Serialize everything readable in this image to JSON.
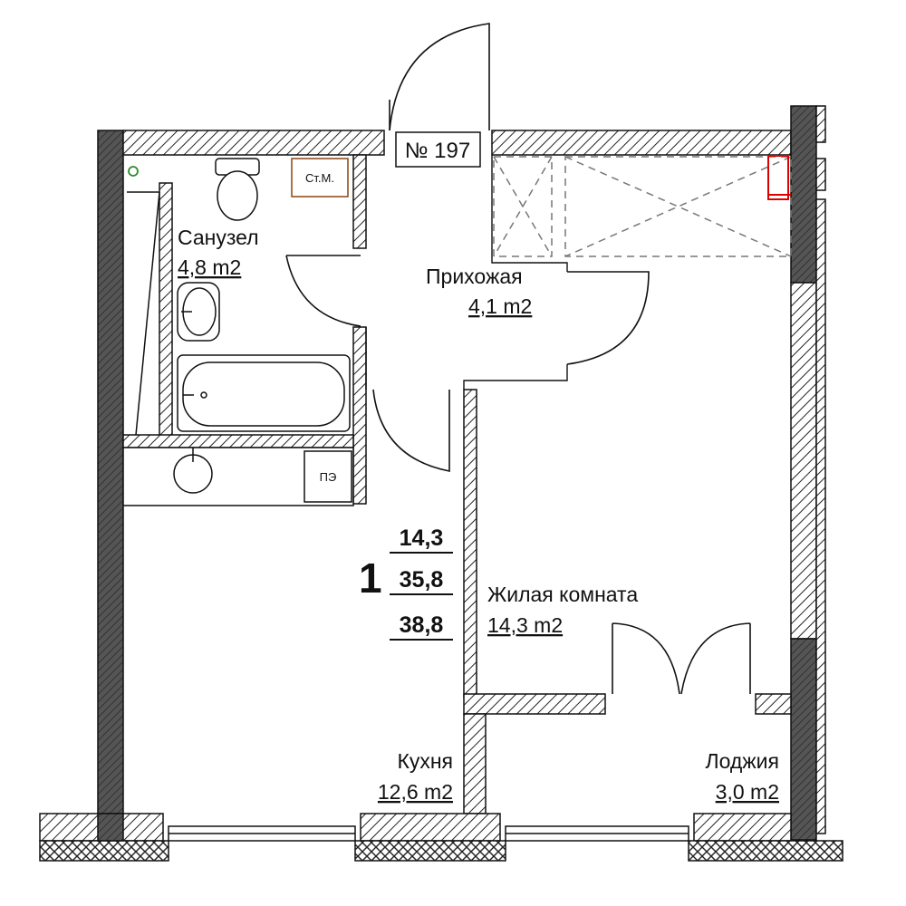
{
  "apartment": {
    "number_label": "№ 197",
    "room_count": "1",
    "areas": [
      "14,3",
      "35,8",
      "38,8"
    ]
  },
  "rooms": {
    "bathroom": {
      "name": "Санузел",
      "area": "4,8 m2"
    },
    "hallway": {
      "name": "Прихожая",
      "area": "4,1 m2"
    },
    "living": {
      "name": "Жилая комната",
      "area": "14,3 m2"
    },
    "kitchen": {
      "name": "Кухня",
      "area": "12,6 m2"
    },
    "loggia": {
      "name": "Лоджия",
      "area": "3,0 m2"
    }
  },
  "fixtures": {
    "washing_machine_label": "Ст.М.",
    "electrical_panel_label": "ПЭ"
  },
  "colors": {
    "wall_dark": "#555555",
    "wall_hatch": "#222222",
    "accent_brown": "#8b4513",
    "accent_red": "#dd0000",
    "accent_green": "#2e8b2e",
    "dashed": "#777777"
  }
}
